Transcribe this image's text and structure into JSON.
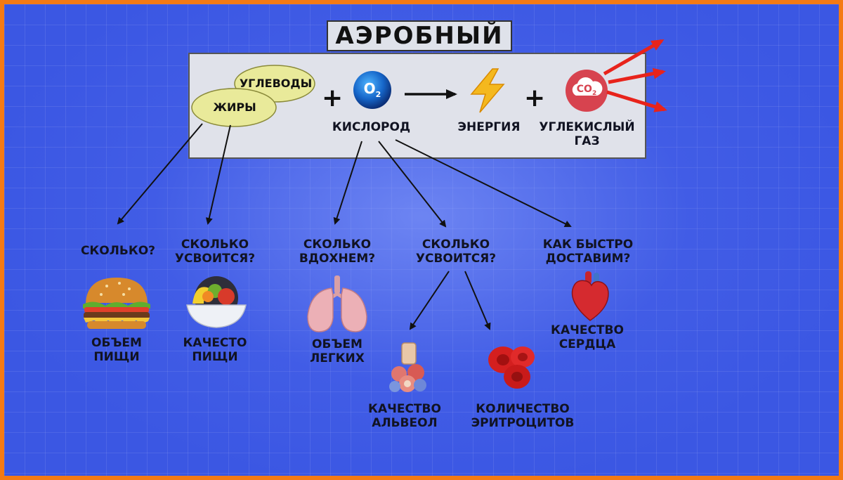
{
  "title": "АЭРОБНЫЙ",
  "equation": {
    "carbs": "УГЛЕВОДЫ",
    "fats": "ЖИРЫ",
    "plus": "+",
    "o2_symbol": "O",
    "o2_sub": "2",
    "oxygen": "КИСЛОРОД",
    "energy": "ЭНЕРГИЯ",
    "co2_symbol": "CO",
    "co2_sub": "2",
    "co2_line1": "УГЛЕКИСЛЫЙ",
    "co2_line2": "ГАЗ"
  },
  "questions": {
    "how_much": "СКОЛЬКО?",
    "absorbed_food_1": "СКОЛЬКО",
    "absorbed_food_2": "УСВОИТСЯ?",
    "inhale_1": "СКОЛЬКО",
    "inhale_2": "ВДОХНЕМ?",
    "absorbed_o2_1": "СКОЛЬКО",
    "absorbed_o2_2": "УСВОИТСЯ?",
    "deliver_1": "КАК БЫСТРО",
    "deliver_2": "ДОСТАВИМ?"
  },
  "factors": {
    "food_volume_1": "ОБЪЕМ",
    "food_volume_2": "ПИЩИ",
    "food_quality_1": "КАЧЕСТО",
    "food_quality_2": "ПИЩИ",
    "lung_volume_1": "ОБЪЕМ",
    "lung_volume_2": "ЛЕГКИХ",
    "alveoli_1": "КАЧЕСТВО",
    "alveoli_2": "АЛЬВЕОЛ",
    "rbc_1": "КОЛИЧЕСТВО",
    "rbc_2": "ЭРИТРОЦИТОВ",
    "heart_1": "КАЧЕСТВО",
    "heart_2": "СЕРДЦА"
  },
  "icons": [
    "burger-icon",
    "food-bowl-icon",
    "lungs-icon",
    "alveoli-icon",
    "red-blood-cells-icon",
    "heart-icon",
    "oxygen-icon",
    "lightning-icon",
    "co2-icon"
  ],
  "colors": {
    "border": "#f47a14",
    "background": "#3b57e3",
    "arrow_red": "#e8231b",
    "ellipse_fill": "#e9ea9a"
  }
}
